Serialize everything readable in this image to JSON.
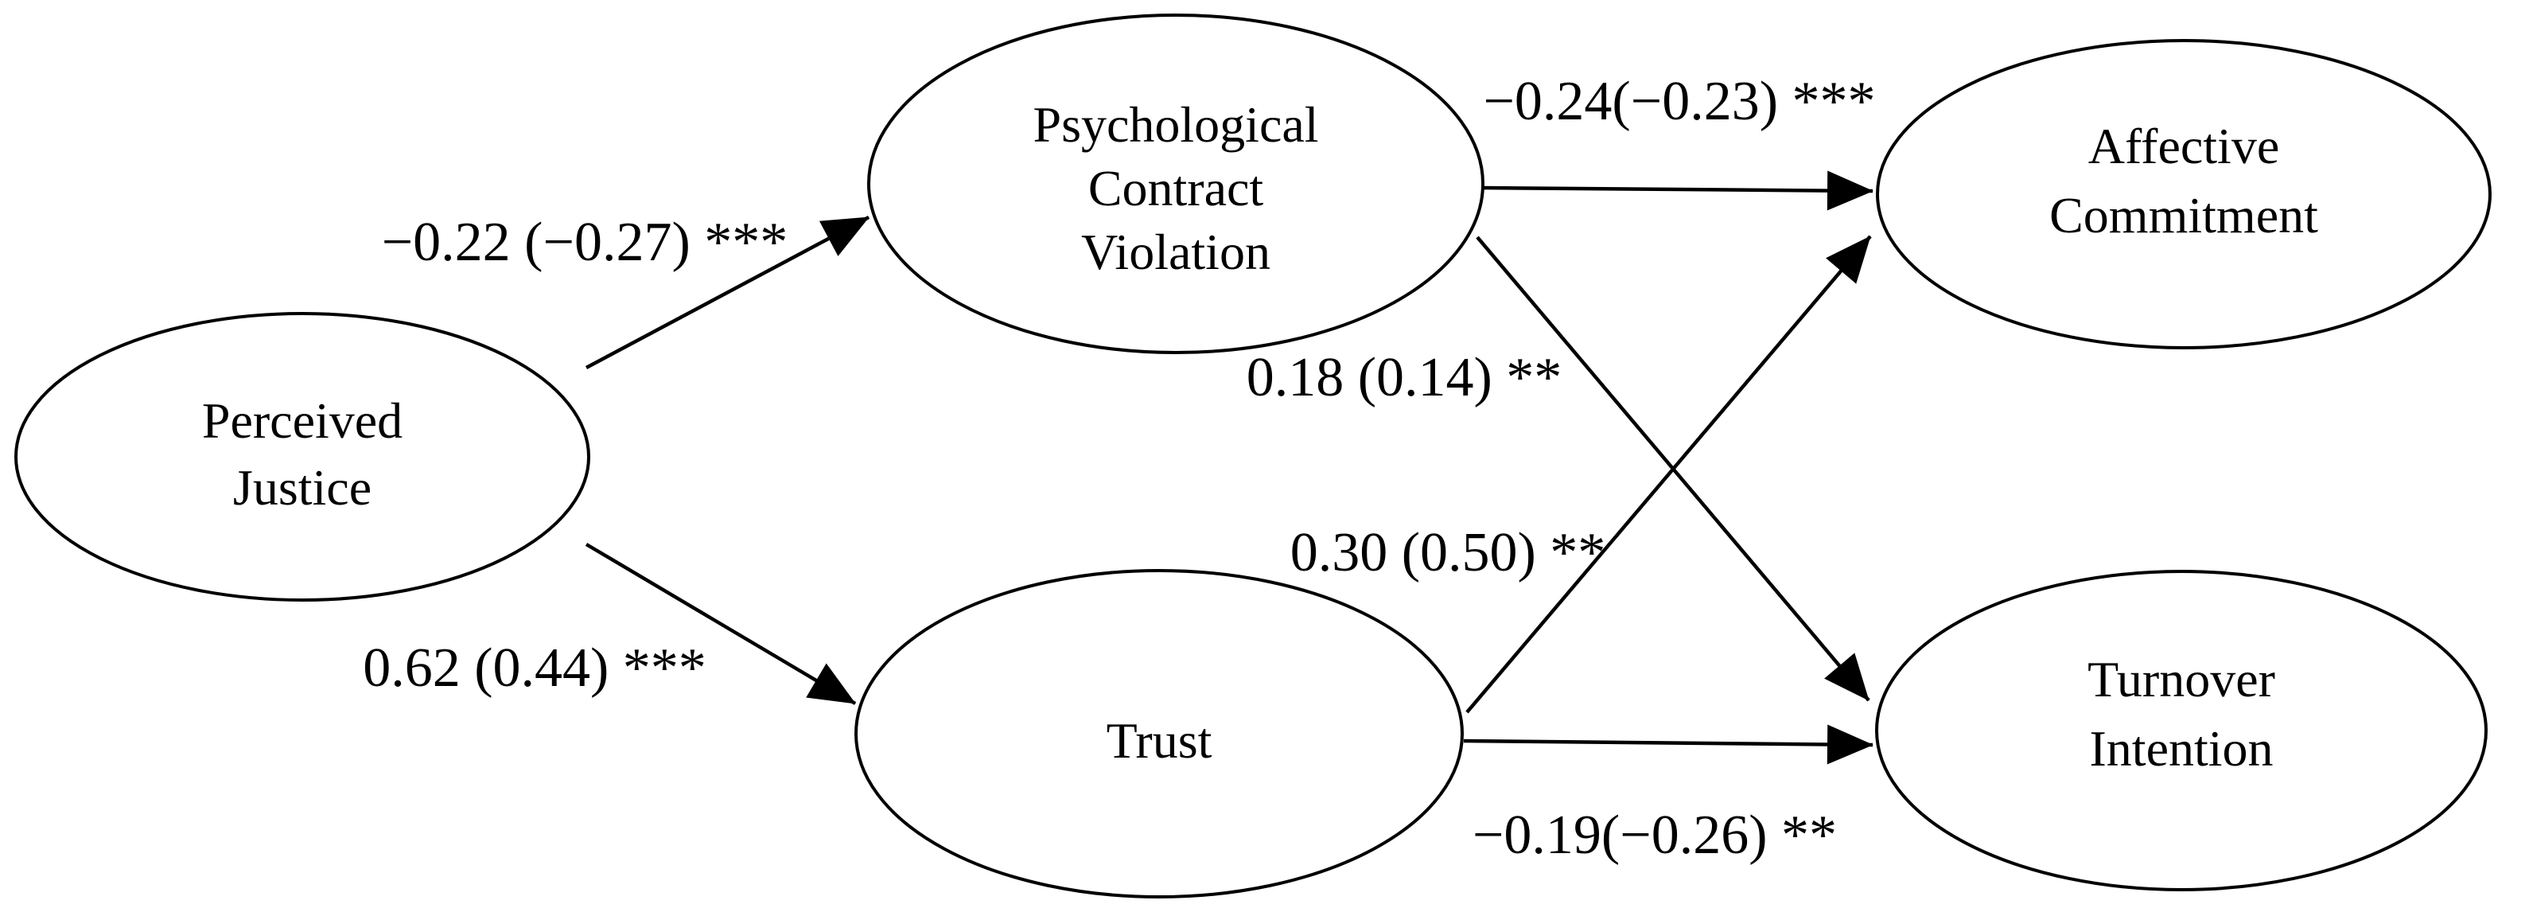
{
  "figure": {
    "type": "path-diagram",
    "colors": {
      "ink": "#000000",
      "background": "#ffffff"
    },
    "nodes": [
      {
        "id": "perceived-justice",
        "label": "Perceived Justice",
        "lines": [
          "Perceived",
          "Justice"
        ]
      },
      {
        "id": "psychological-contract-violation",
        "label": "Psychological Contract Violation",
        "lines": [
          "Psychological",
          "Contract",
          "Violation"
        ]
      },
      {
        "id": "trust",
        "label": "Trust",
        "lines": [
          "Trust"
        ]
      },
      {
        "id": "affective-commitment",
        "label": "Affective Commitment",
        "lines": [
          "Affective",
          "Commitment"
        ]
      },
      {
        "id": "turnover-intention",
        "label": "Turnover Intention",
        "lines": [
          "Turnover",
          "Intention"
        ]
      }
    ],
    "edges": [
      {
        "id": "pj-to-pcv",
        "from": "perceived-justice",
        "to": "psychological-contract-violation",
        "label": "−0.22 (−0.27) ***"
      },
      {
        "id": "pj-to-trust",
        "from": "perceived-justice",
        "to": "trust",
        "label": "0.62 (0.44) ***"
      },
      {
        "id": "pcv-to-ac",
        "from": "psychological-contract-violation",
        "to": "affective-commitment",
        "label": "−0.24(−0.23) ***"
      },
      {
        "id": "pcv-to-ti",
        "from": "psychological-contract-violation",
        "to": "turnover-intention",
        "label": "0.18 (0.14) **"
      },
      {
        "id": "trust-to-ac",
        "from": "trust",
        "to": "affective-commitment",
        "label": "0.30 (0.50) **"
      },
      {
        "id": "trust-to-ti",
        "from": "trust",
        "to": "turnover-intention",
        "label": "−0.19(−0.26) **"
      }
    ]
  }
}
